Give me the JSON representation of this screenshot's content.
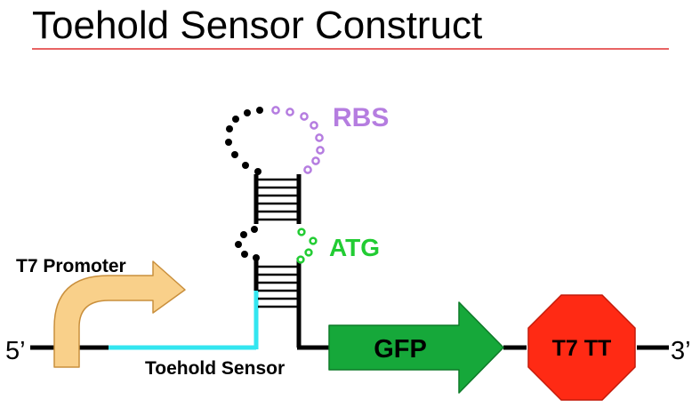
{
  "title": "Toehold Sensor Construct",
  "labels": {
    "five_prime": "5’",
    "three_prime": "3’",
    "promoter": "T7 Promoter",
    "toehold": "Toehold Sensor",
    "rbs": "RBS",
    "atg": "ATG",
    "gfp": "GFP",
    "terminator": "T7 TT"
  },
  "colors": {
    "title_rule": "#e03030",
    "backbone": "#000000",
    "toehold": "#33e6f0",
    "rbs": "#b57de0",
    "atg": "#22cc33",
    "gfp": "#16a83a",
    "terminator": "#ff2a14",
    "promoter_fill": "#f9d08a",
    "promoter_stroke": "#c98f3c",
    "loop_dot": "#000000"
  }
}
